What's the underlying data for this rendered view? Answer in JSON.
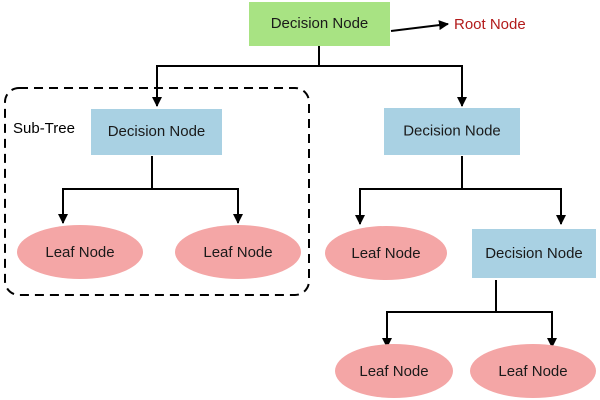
{
  "colors": {
    "root_fill": "#a8e383",
    "decision_fill": "#a9d1e3",
    "leaf_fill": "#f4a6a6",
    "annotation_text": "#b31b1b",
    "edge": "#000000"
  },
  "root": {
    "label": "Decision Node"
  },
  "root_annotation": {
    "label": "Root Node"
  },
  "subtree": {
    "label": "Sub-Tree"
  },
  "left_branch": {
    "decision": {
      "label": "Decision Node"
    },
    "leaf_1": {
      "label": "Leaf Node"
    },
    "leaf_2": {
      "label": "Leaf Node"
    }
  },
  "right_branch": {
    "decision": {
      "label": "Decision Node"
    },
    "leaf_1": {
      "label": "Leaf Node"
    },
    "child_decision": {
      "label": "Decision Node",
      "leaf_1": {
        "label": "Leaf Node"
      },
      "leaf_2": {
        "label": "Leaf Node"
      }
    }
  }
}
